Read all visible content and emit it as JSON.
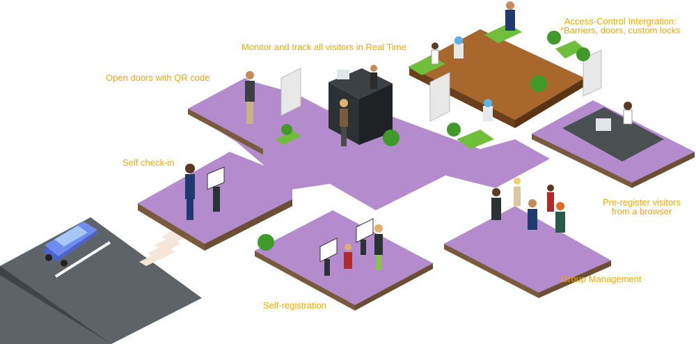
{
  "colors": {
    "label": "#f2a900",
    "floor": "#b48ccd",
    "floor_edge": "#7a5a3c",
    "parking": "#5d6366",
    "wood_floor": "#a8672c",
    "sofa": "#6fbf3a",
    "car": "#5b77e0",
    "panel": "#e8e8e8"
  },
  "labels": {
    "access_control_line1": "Access-Control Intergration:",
    "access_control_line2": "*Barriers, doors, custom locks",
    "monitor": "Monitor and track all visitors in Real Time",
    "qr_doors": "Open doors with QR code",
    "self_checkin": "Self check-in",
    "preregister_line1": "Pre-register visitors",
    "preregister_line2": "from a browser",
    "group_management": "Group Management",
    "self_registration": "Self-registration"
  }
}
